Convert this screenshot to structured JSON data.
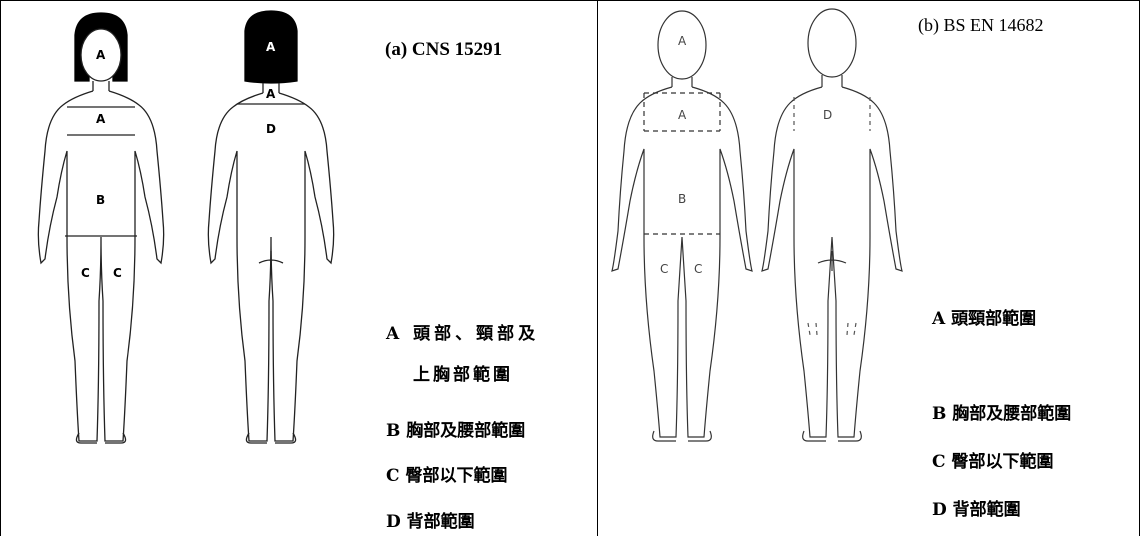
{
  "panel_a": {
    "caption": "(a) CNS 15291",
    "figure_labels": {
      "head": "A",
      "upper_chest": "A",
      "chest": "B",
      "leg_left": "C",
      "leg_right": "C",
      "back_head": "A",
      "back_neck": "A",
      "back": "D"
    },
    "legend": [
      "A 頭部、頸部及",
      "上胸部範圍",
      "B 胸部及腰部範圍",
      "C 臀部以下範圍",
      "D 背部範圍"
    ]
  },
  "panel_b": {
    "caption": "(b) BS EN 14682",
    "figure_labels": {
      "head": "A",
      "upper_chest": "A",
      "chest": "B",
      "leg_left": "C",
      "leg_right": "C",
      "back": "D"
    },
    "legend": [
      "A 頭頸部範圍",
      "B 胸部及腰部範圍",
      "C 臀部以下範圍",
      "D 背部範圍"
    ]
  }
}
